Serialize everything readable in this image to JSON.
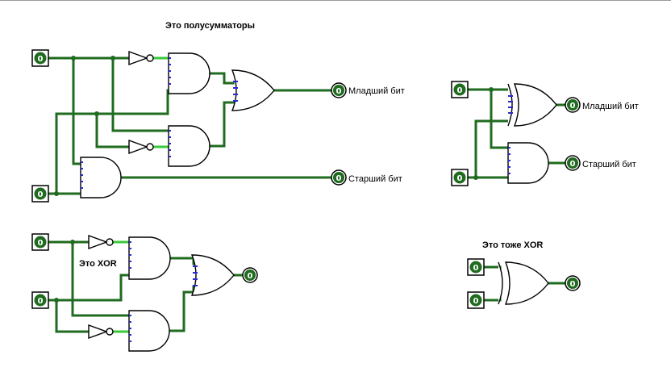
{
  "headings": {
    "half_adders": "Это полусумматоры",
    "xor_note": "Это XOR",
    "also_xor": "Это тоже XOR"
  },
  "pin_value": "0",
  "labels": {
    "low_bit": "Младший бит",
    "high_bit": "Старший бит"
  },
  "colors": {
    "wire": "#1f6b1f",
    "wire_active": "#3ac93a",
    "pin_marks": "#2a2ad0"
  }
}
